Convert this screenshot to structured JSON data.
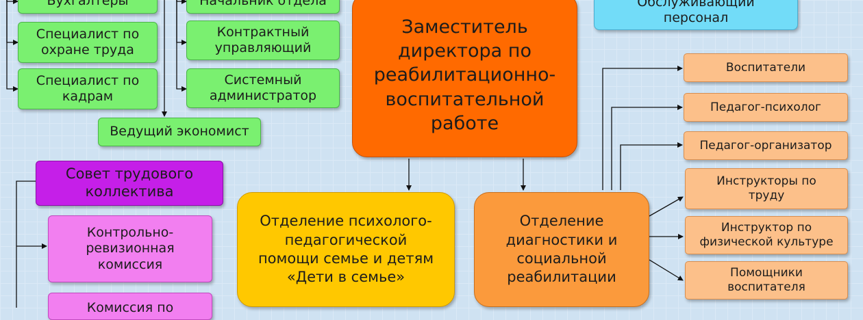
{
  "admin": {
    "accountants": "Бухгалтеры",
    "labor_safety": "Специалист по\nохране труда",
    "hr": "Специалист по\nкадрам",
    "dept_head": "Начальник отдела",
    "contract_manager": "Контрактный\nуправляющий",
    "sysadmin": "Системный\nадминистратор",
    "economist": "Ведущий экономист"
  },
  "deputy": {
    "label": "Заместитель\nдиректора по\nреабилитационно-\nвоспитательной\nработе"
  },
  "service_staff": {
    "label": "Обслуживающий\nперсонал"
  },
  "councils": {
    "labor_council": "Совет трудового\nколлектива",
    "audit_commission": "Контрольно-\nревизионная\nкомиссия",
    "commission": "Комиссия по"
  },
  "departments": {
    "family": "Отделение психолого-\nпедагогической\nпомощи семье и детям\n«Дети в семье»",
    "diagnostics": "Отделение\nдиагностики и\nсоциальной\nреабилитации"
  },
  "staff": {
    "educators": "Воспитатели",
    "psychologist": "Педагог-психолог",
    "organizer": "Педагог-организатор",
    "labor_instructors": "Инструкторы по\nтруду",
    "pe_instructor": "Инструктор по\nфизической культуре",
    "assistants": "Помощники\nвоспитателя"
  }
}
